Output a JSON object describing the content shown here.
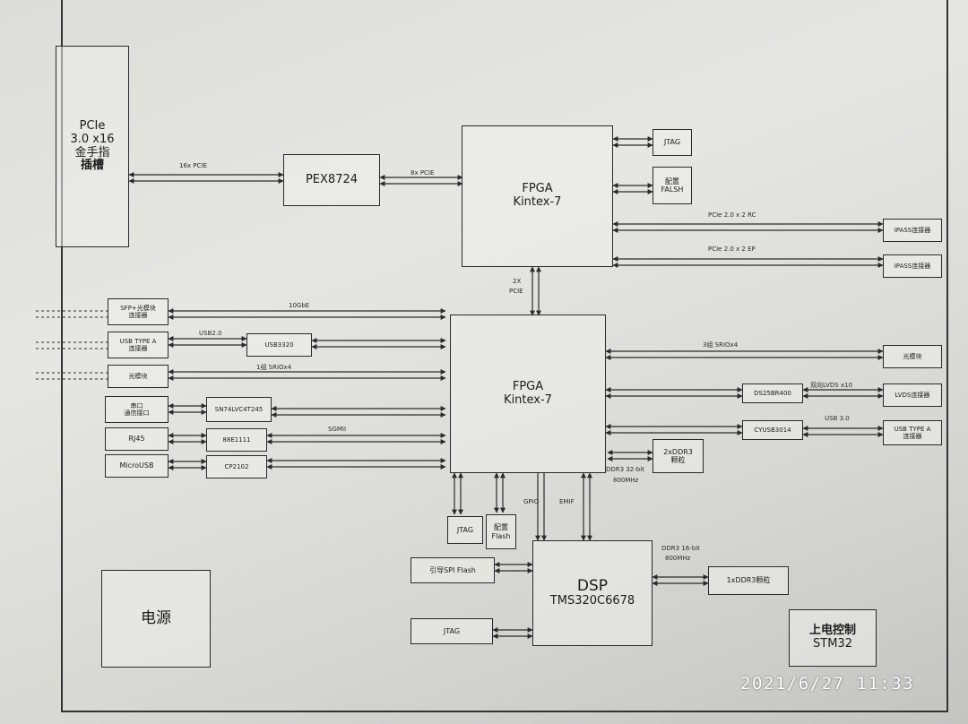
{
  "pcie_slot": [
    "PCIe",
    "3.0 x16",
    "金手指",
    "插槽"
  ],
  "pex": "PEX8724",
  "fpga_top": [
    "FPGA",
    "Kintex-7"
  ],
  "fpga_main": [
    "FPGA",
    "Kintex-7"
  ],
  "jtag_top": "JTAG",
  "cfg_falsh": [
    "配置",
    "FALSH"
  ],
  "ipass_1": "IPASS连接器",
  "ipass_2": "IPASS连接器",
  "sfp": [
    "SFP+光模块",
    "连接器"
  ],
  "usb_typea_left": [
    "USB TYPE A",
    "连接器"
  ],
  "opt_module_left": "光模块",
  "usb3320": "USB3320",
  "serial": [
    "串口",
    "通信接口"
  ],
  "switch": "SN74LVC4T245",
  "rj45": "RJ45",
  "phy": "88E1111",
  "microusb": "MicroUSB",
  "cp2102": "CP2102",
  "opt_module_right": "光模块",
  "ds25": "DS25BR400",
  "lvds_conn": "LVDS连接器",
  "cyusb": "CYUSB3014",
  "usb_typea_right": [
    "USB TYPE A",
    "连接器"
  ],
  "ddr3_2x": [
    "2xDDR3",
    "颗粒"
  ],
  "jtag_mid": "JTAG",
  "cfg_flash": [
    "配置",
    "Flash"
  ],
  "dsp": [
    "DSP",
    "TMS320C6678"
  ],
  "boot_flash": "引导SPI Flash",
  "ddr3_1x": "1xDDR3颗粒",
  "jtag_bottom": "JTAG",
  "power": "电源",
  "mcu": [
    "上电控制",
    "STM32"
  ],
  "labels": {
    "pcie_x16": "16x PCIE",
    "pcie_8x": "8x PCIE",
    "pcie_gen2_rc": "PCIe 2.0 x 2 RC",
    "pcie_gen2_ep": "PCIe 2.0 x 2 EP",
    "pcie_2x": [
      "2X",
      "PCIE"
    ],
    "gbe_10": "10GbE",
    "usb20": "USB2.0",
    "srio_left": "1组 SRIOx4",
    "sgmii": "SGMII",
    "srio_right": "3组 SRIOx4",
    "lvds": "双向LVDS x10",
    "usb30": "USB 3.0",
    "ddr3_32": [
      "DDR3 32-bit",
      "800MHz"
    ],
    "gpio": "GPIO",
    "emif": "EMIF",
    "ddr3_16": [
      "DDR3 16-bit",
      "800MHz"
    ]
  },
  "timestamp": "2021/6/27  11:33"
}
